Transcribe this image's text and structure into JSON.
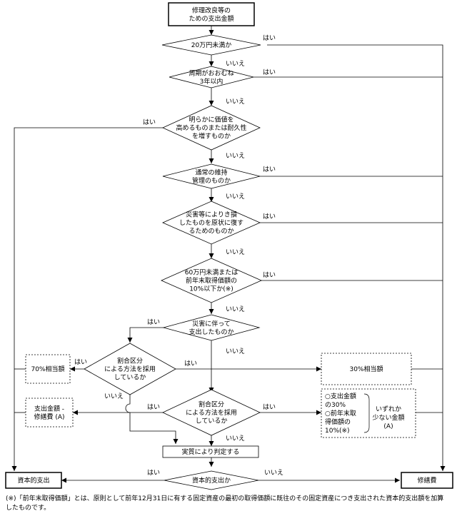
{
  "nodes": {
    "start": [
      "修理改良等の",
      "ための支出金額"
    ],
    "q1": [
      "20万円未満か"
    ],
    "q2": [
      "周期がおおむね",
      "3年以内"
    ],
    "q3": [
      "明らかに価値を",
      "高めるものまたは耐久性",
      "を増すものか"
    ],
    "q4": [
      "通常の維持",
      "管理のものか"
    ],
    "q5": [
      "災害等によりき損",
      "したものを原状に復す",
      "るためのものか"
    ],
    "q6": [
      "60万円未満または",
      "前年末取得価額の",
      "10%以下か(※)"
    ],
    "q7": [
      "災害に伴って",
      "支出したものか"
    ],
    "q8": [
      "割合区分",
      "による方法を採用",
      "しているか"
    ],
    "q9": [
      "割合区分",
      "による方法を採用",
      "しているか"
    ],
    "b70": [
      "70%相当額"
    ],
    "b30": [
      "30%相当額"
    ],
    "bexp": [
      "支出金額 -",
      "修繕費 (A)"
    ],
    "bmin": [
      "○支出金額",
      "の30%",
      "○前年末取",
      "得価額の",
      "10%(※)"
    ],
    "bmin_right": [
      "いずれか",
      "少ない金額",
      "(A)"
    ],
    "bjudge": [
      "実質により判定する"
    ],
    "q10": [
      "資本的支出か"
    ],
    "capital": [
      "資本的支出"
    ],
    "repair": [
      "修繕費"
    ]
  },
  "labels": {
    "yes": "はい",
    "no": "いいえ"
  },
  "footnote": "(※)「前年末取得価額」とは、原則として前年12月31日に有する固定資産の最初の取得価額に既往のその固定資産につき支出された資本的支出額を加算したものです。"
}
